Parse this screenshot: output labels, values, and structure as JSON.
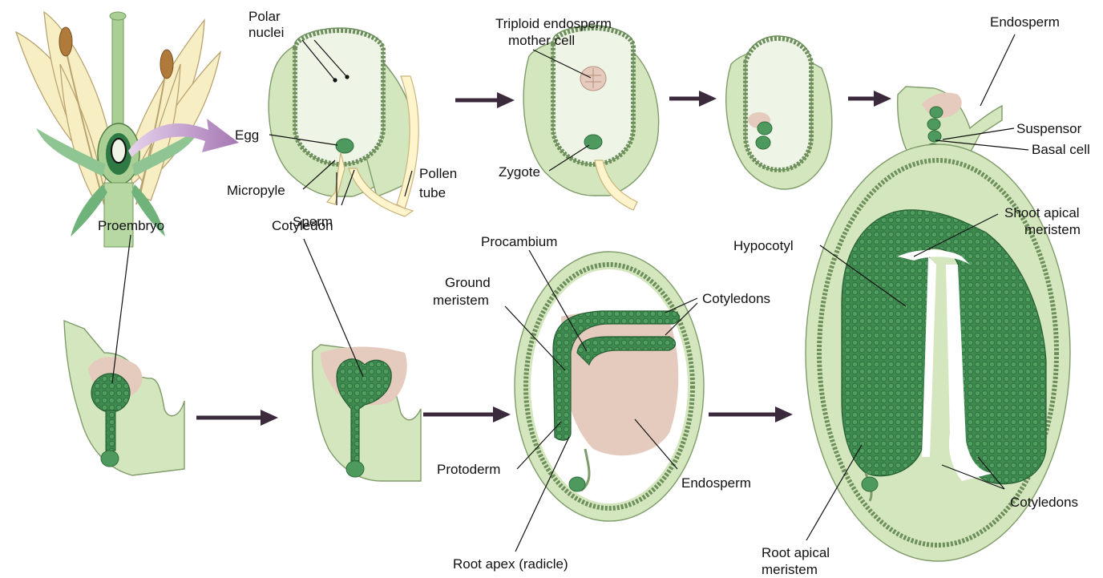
{
  "labels": {
    "polar_nuclei": [
      "Polar",
      "nuclei"
    ],
    "egg": "Egg",
    "micropyle": "Micropyle",
    "sperm": "Sperm",
    "pollen_tube": [
      "Pollen",
      "tube"
    ],
    "triploid": [
      "Triploid endosperm",
      "mother cell"
    ],
    "zygote": "Zygote",
    "endosperm_top": "Endosperm",
    "suspensor": "Suspensor",
    "basal_cell": "Basal cell",
    "proembryo": "Proembryo",
    "cotyledon": "Cotyledon",
    "procambium": "Procambium",
    "ground_meristem": [
      "Ground",
      "meristem"
    ],
    "cotyledons_mid": "Cotyledons",
    "protoderm": "Protoderm",
    "endosperm_mid": "Endosperm",
    "root_apex": "Root apex (radicle)",
    "hypocotyl": "Hypocotyl",
    "shoot_apical": [
      "Shoot apical",
      "meristem"
    ],
    "cotyledons_right": "Cotyledons",
    "root_apical": [
      "Root apical",
      "meristem"
    ]
  },
  "colors": {
    "tissue": "#d4e6bd",
    "embryo": "#3f8a50",
    "endosperm": "#e5cbbd",
    "arrow": "#3a2a3c",
    "flower_arrow": "#b58bc0"
  }
}
